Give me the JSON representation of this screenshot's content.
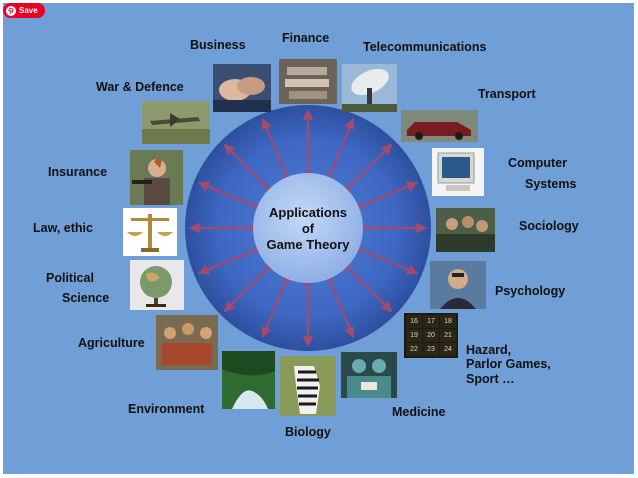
{
  "save_button": {
    "label": "Save"
  },
  "center": {
    "lines": [
      "Applications",
      "of",
      "Game Theory"
    ]
  },
  "colors": {
    "background": "#6f9fd6",
    "outer_ring": "#3f68c4",
    "inner_disk": "#a9c4ee",
    "arrow": "#a44a6c"
  },
  "topics": [
    {
      "id": "finance",
      "label": "Finance"
    },
    {
      "id": "business",
      "label": "Business"
    },
    {
      "id": "telecom",
      "label": "Telecommunications"
    },
    {
      "id": "war",
      "label": "War & Defence"
    },
    {
      "id": "transport",
      "label": "Transport"
    },
    {
      "id": "computer",
      "label": "Computer",
      "label2": "Systems"
    },
    {
      "id": "insurance",
      "label": "Insurance"
    },
    {
      "id": "sociology",
      "label": "Sociology"
    },
    {
      "id": "law",
      "label": "Law, ethic"
    },
    {
      "id": "political",
      "label": "Political",
      "label2": "Science"
    },
    {
      "id": "psychology",
      "label": "Psychology"
    },
    {
      "id": "agriculture",
      "label": "Agriculture"
    },
    {
      "id": "hazard",
      "label": "Hazard,",
      "label2": "Parlor Games,",
      "label3": "Sport  …"
    },
    {
      "id": "environment",
      "label": "Environment"
    },
    {
      "id": "medicine",
      "label": "Medicine"
    },
    {
      "id": "biology",
      "label": "Biology"
    }
  ],
  "hazard_board": [
    "16",
    "17",
    "18",
    "19",
    "20",
    "21",
    "22",
    "23",
    "24"
  ]
}
